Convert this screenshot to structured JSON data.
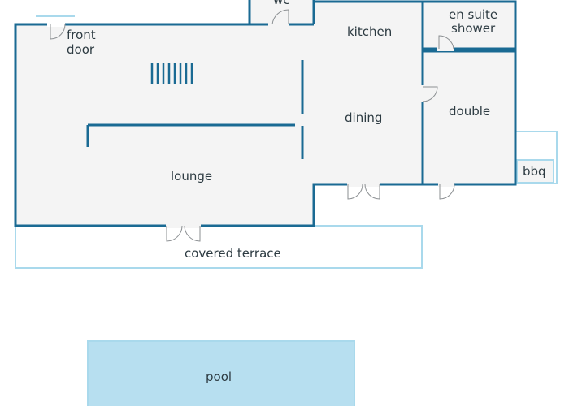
{
  "rooms": {
    "front_door": [
      "front",
      "door"
    ],
    "wc": "wc",
    "kitchen": "kitchen",
    "en_suite_shower": [
      "en suite",
      "shower"
    ],
    "dining": "dining",
    "double": "double",
    "bbq": "bbq",
    "lounge": "lounge",
    "covered_terrace": "covered terrace",
    "pool": "pool"
  },
  "colors": {
    "wall": "#1a6a93",
    "outline_light": "#a9d9ec",
    "floor": "#f4f4f4",
    "pool_fill": "#b7dff0",
    "text": "#2d3b42"
  }
}
